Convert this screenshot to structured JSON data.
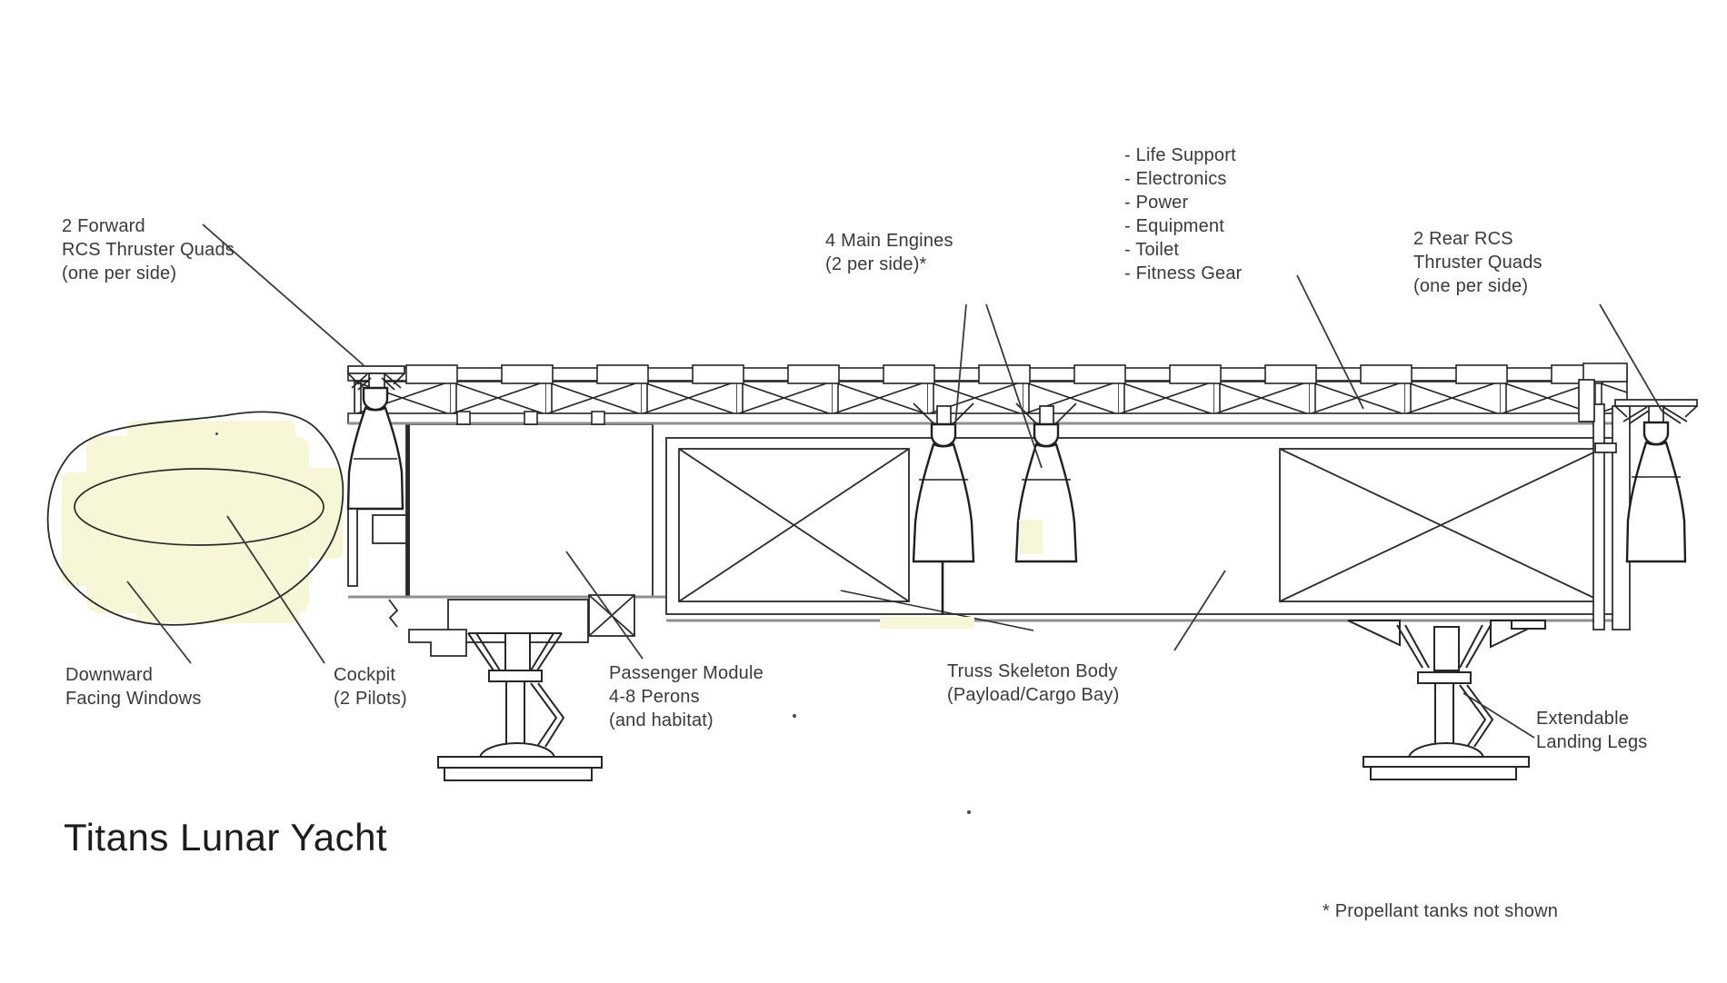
{
  "title": "Titans Lunar Yacht",
  "footnote": "* Propellant tanks not shown",
  "labels": {
    "forward_rcs": "2 Forward\nRCS Thruster Quads\n(one per side)",
    "main_engines": "4 Main Engines\n(2 per side)*",
    "module_contents": "- Life Support\n- Electronics\n- Power\n- Equipment\n- Toilet\n- Fitness Gear",
    "rear_rcs": "2 Rear RCS\nThruster Quads\n(one per side)",
    "windows": "Downward\nFacing Windows",
    "cockpit": "Cockpit\n(2 Pilots)",
    "passenger_module": "Passenger Module\n4-8 Perons\n(and habitat)",
    "truss_body": "Truss Skeleton Body\n(Payload/Cargo Bay)",
    "landing_legs": "Extendable\nLanding Legs"
  },
  "colors": {
    "line": "#262626",
    "gray": "#8f8f8f",
    "highlight": "#f7f7d7",
    "text": "#3a3a3a"
  }
}
